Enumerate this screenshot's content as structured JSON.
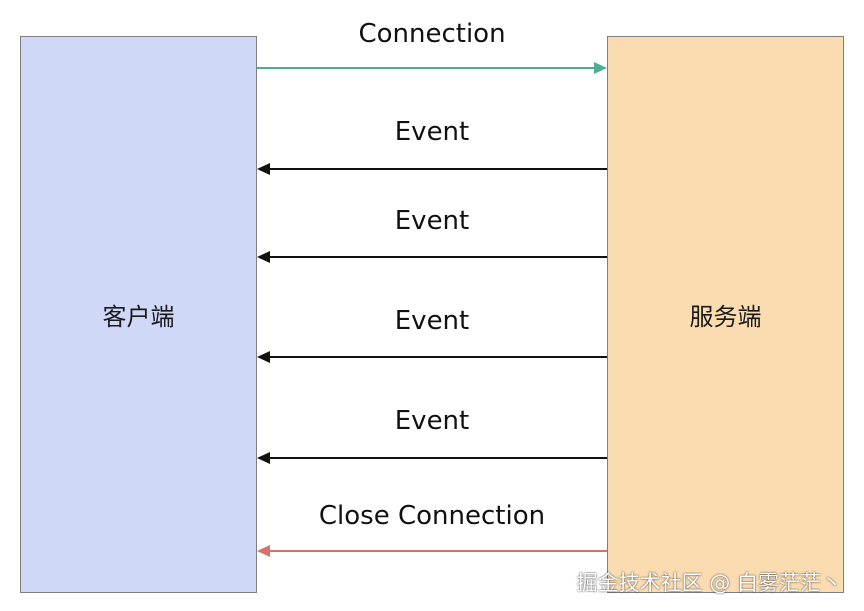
{
  "client": {
    "label": "客户端",
    "fill": "#d0d8f7"
  },
  "server": {
    "label": "服务端",
    "fill": "#fbdcb0"
  },
  "messages": [
    {
      "label": "Connection",
      "direction": "to-server",
      "color": "#4cae92"
    },
    {
      "label": "Event",
      "direction": "to-client",
      "color": "#111111"
    },
    {
      "label": "Event",
      "direction": "to-client",
      "color": "#111111"
    },
    {
      "label": "Event",
      "direction": "to-client",
      "color": "#111111"
    },
    {
      "label": "Event",
      "direction": "to-client",
      "color": "#111111"
    },
    {
      "label": "Close Connection",
      "direction": "to-client",
      "color": "#d9706b"
    }
  ],
  "watermark": "掘金技术社区 @ 白雾茫茫丶"
}
